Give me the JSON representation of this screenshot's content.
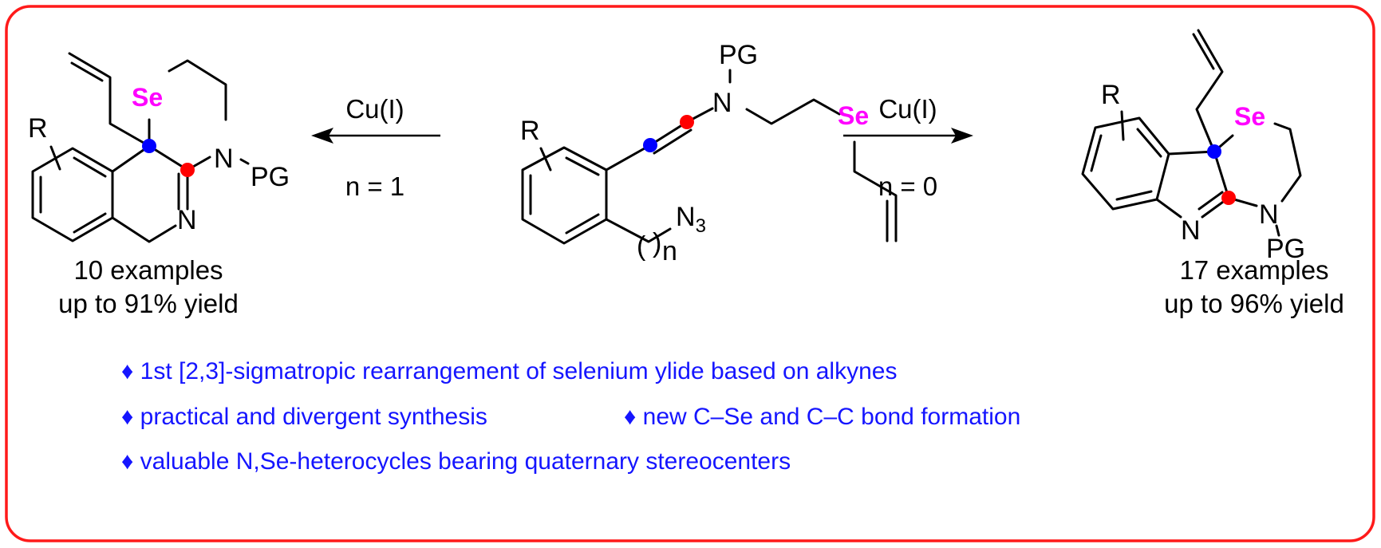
{
  "colors": {
    "border": "#ff1a1a",
    "bullet_text": "#1515ff",
    "selenium": "#ff00ff",
    "dot_blue": "#0000ff",
    "dot_red": "#ff0000"
  },
  "atoms": {
    "se": "Se",
    "n": "N",
    "pg": "PG",
    "r": "R",
    "n3_main": "N",
    "n3_sub": "3",
    "n_sub": "n",
    "paren_open": "(",
    "paren_close": ")"
  },
  "left_arrow": {
    "reagent": "Cu(I)",
    "condition": "n = 1"
  },
  "right_arrow": {
    "reagent": "Cu(I)",
    "condition": "n = 0"
  },
  "left_product": {
    "examples": "10 examples",
    "yield": "up to 91% yield"
  },
  "right_product": {
    "examples": "17 examples",
    "yield": "up to 96% yield"
  },
  "highlights": [
    "♦ 1st [2,3]-sigmatropic rearrangement of selenium ylide based on alkynes",
    "♦ practical and divergent synthesis",
    "♦ new C–Se and C–C bond formation",
    "♦ valuable N,Se-heterocycles bearing quaternary stereocenters"
  ]
}
